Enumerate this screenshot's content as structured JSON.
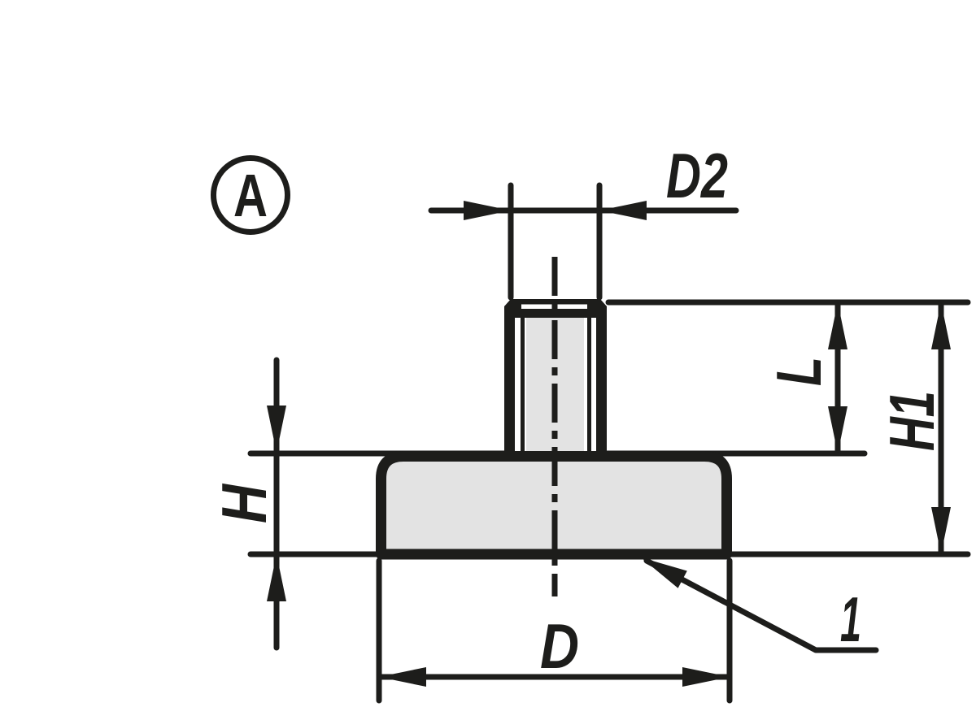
{
  "drawing": {
    "view_label": "A",
    "part_ref_label": "1",
    "dim_labels": {
      "stud_thread_diameter": "D2",
      "stud_length": "L",
      "total_height": "H1",
      "body_height": "H",
      "body_diameter": "D"
    },
    "colors": {
      "line": "#1d1d1b",
      "fill": "#e3e3e3",
      "background": "#ffffff"
    }
  }
}
